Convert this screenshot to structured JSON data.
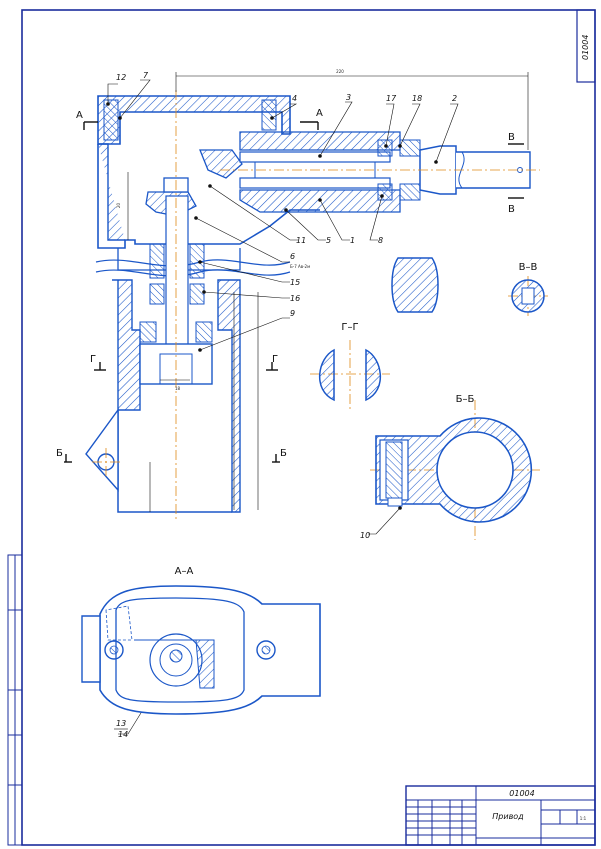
{
  "drawing": {
    "doc_code": "01004",
    "doc_code_rotated": "01004",
    "title": "Привод",
    "sheet": "1:1",
    "dims": {
      "length": "220",
      "d1": "20",
      "d2": "18"
    },
    "sections": {
      "a_a": "А–А",
      "b_b": "Б–Б",
      "v_v": "В–В",
      "g_g": "Г–Г"
    },
    "cut_marks": {
      "a": "А",
      "b": "Б",
      "v": "В",
      "g": "Г"
    },
    "callouts": [
      "12",
      "7",
      "4",
      "3",
      "17",
      "18",
      "2",
      "11",
      "5",
      "1",
      "8",
      "6",
      "15",
      "16",
      "9",
      "10",
      "13",
      "14"
    ],
    "note_6": "Б-7 Ав-2м"
  },
  "colors": {
    "outline": "#1b57c8",
    "hatch": "#1b57c8",
    "center": "#e08a1a",
    "frame": "#1a2c9c",
    "text": "#111111"
  }
}
